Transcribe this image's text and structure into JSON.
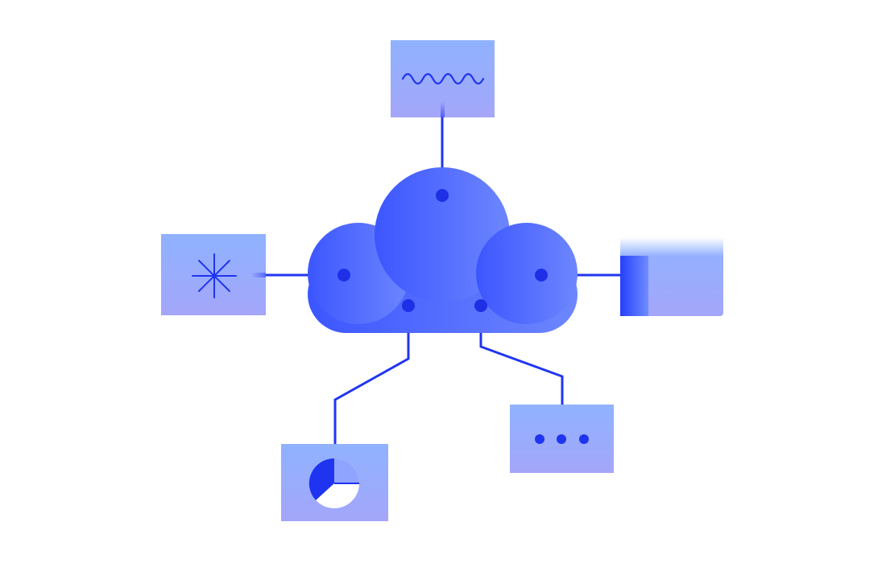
{
  "diagram": {
    "hub": {
      "icon": "cloud-icon"
    },
    "nodes": [
      {
        "id": "top",
        "icon": "wave-icon"
      },
      {
        "id": "left",
        "icon": "asterisk-icon"
      },
      {
        "id": "right",
        "icon": "panel-icon"
      },
      {
        "id": "bottom-left",
        "icon": "pie-chart-icon"
      },
      {
        "id": "bottom-right",
        "icon": "ellipsis-icon"
      }
    ],
    "colors": {
      "line": "#2035f2",
      "cloud_start": "#3b55ff",
      "cloud_end": "#6e86ff",
      "card_top": "#8fb1ff",
      "card_bottom": "#a3a6fa",
      "background": "#ffffff"
    }
  }
}
